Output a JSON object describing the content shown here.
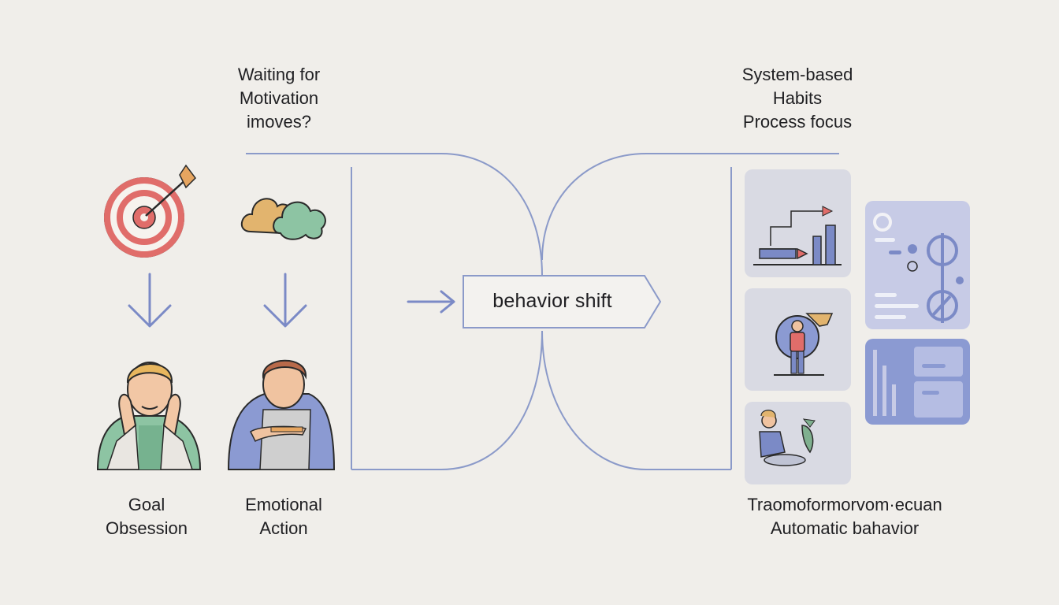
{
  "left_column": {
    "top_caption": [
      "Waiting for",
      "Motivation",
      "imoves?"
    ],
    "bottom_labels": {
      "goal": [
        "Goal",
        "Obsession"
      ],
      "emotional": [
        "Emotional",
        "Action"
      ]
    }
  },
  "center": {
    "shift_label": "behavior shift"
  },
  "right_column": {
    "top_caption": [
      "System-based",
      "Habits",
      "Process focus"
    ],
    "bottom_caption": [
      "Traomoformorvom·ecuan",
      "Automatic bahavior"
    ]
  },
  "colors": {
    "background": "#f0eeea",
    "line": "#8b9ac9",
    "card": "#d9dae3",
    "accent_red": "#e06d6a",
    "accent_blue": "#7b8ac6"
  },
  "icons": {
    "target": "target-with-arrow-icon",
    "clouds": "clouds-icon",
    "arrow_down": "arrow-down-icon",
    "arrow_right": "arrow-right-icon",
    "person_stressed": "stressed-person-icon",
    "person_emotional": "emotional-person-icon",
    "chart": "process-chart-icon",
    "person_standing": "standing-person-icon",
    "person_working": "working-person-icon",
    "dashboard": "dashboard-panel-icon"
  }
}
